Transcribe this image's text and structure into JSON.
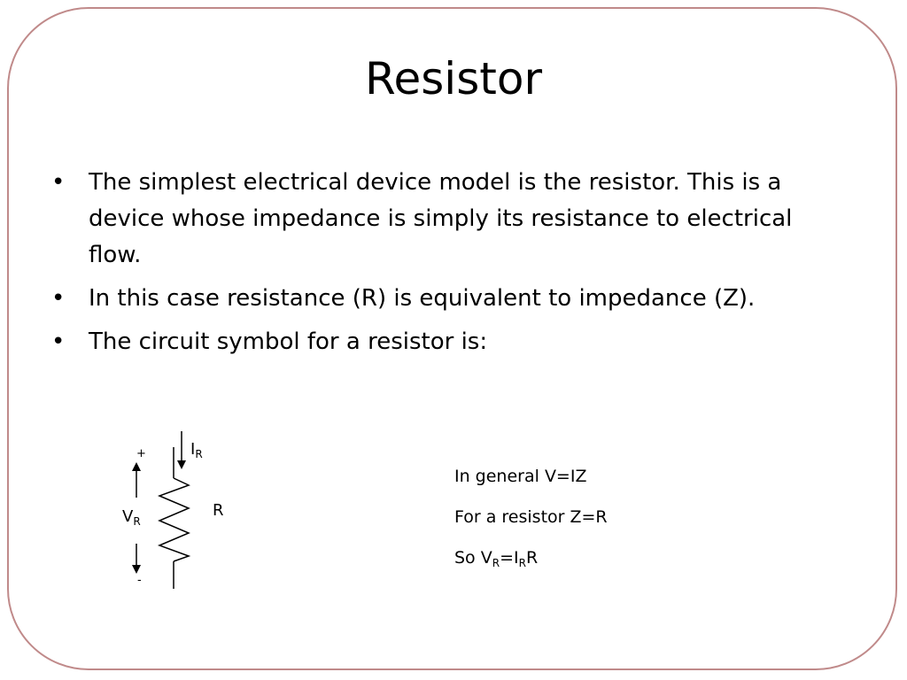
{
  "slide": {
    "title": "Resistor",
    "bullets": [
      "The simplest electrical device model is the resistor.  This is a device whose impedance is simply its resistance to electrical flow.",
      "In this case resistance (R) is equivalent to impedance (Z).",
      "The circuit symbol for a resistor is:"
    ],
    "bullet_glyph": "•",
    "frame_color": "#c08a8a"
  },
  "circuit": {
    "current_label": "I",
    "current_sub": "R",
    "voltage_label": "V",
    "voltage_sub": "R",
    "resistor_label": "R",
    "plus": "+",
    "minus": "-"
  },
  "equations": {
    "line1": "In general V=IZ",
    "line2": "For a resistor Z=R",
    "line3_prefix": "So V",
    "line3_sub1": "R",
    "line3_mid": "=I",
    "line3_sub2": "R",
    "line3_suffix": "R"
  }
}
